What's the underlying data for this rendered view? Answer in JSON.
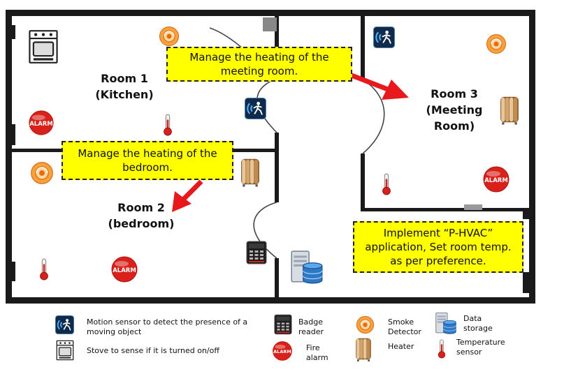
{
  "rooms": {
    "room1": {
      "line1": "Room 1",
      "line2": "(Kitchen)"
    },
    "room2": {
      "line1": "Room 2",
      "line2": "(bedroom)"
    },
    "room3": {
      "line1": "Room 3",
      "line2": "(Meeting",
      "line3": "Room)"
    }
  },
  "callouts": {
    "meeting": {
      "line1": "Manage the heating of the",
      "line2": "meeting room."
    },
    "bedroom": {
      "line1": "Manage the heating of the",
      "line2": "bedroom."
    },
    "phvac": {
      "line1": "Implement “P-HVAC”",
      "line2": "application,  Set  room temp.",
      "line3": "as per preference."
    }
  },
  "alarm_text": "ALARM",
  "legend": {
    "motion": {
      "line1": "Motion sensor to detect the presence of a",
      "line2": "moving object"
    },
    "stove": "Stove to sense if it is turned on/off",
    "badge": {
      "line1": "Badge",
      "line2": "reader"
    },
    "fire": {
      "line1": "Fire",
      "line2": "alarm"
    },
    "smoke": {
      "line1": "Smoke",
      "line2": "Detector"
    },
    "heater": "Heater",
    "storage": {
      "line1": "Data",
      "line2": "storage"
    },
    "temperature": {
      "line1": "Temperature",
      "line2": "sensor"
    }
  },
  "colors": {
    "callout": "#ffff00",
    "arrow": "#e8191d",
    "wall": "#1a1a1a",
    "alarm": "#d9211c",
    "smoke": "#f07a1e"
  }
}
